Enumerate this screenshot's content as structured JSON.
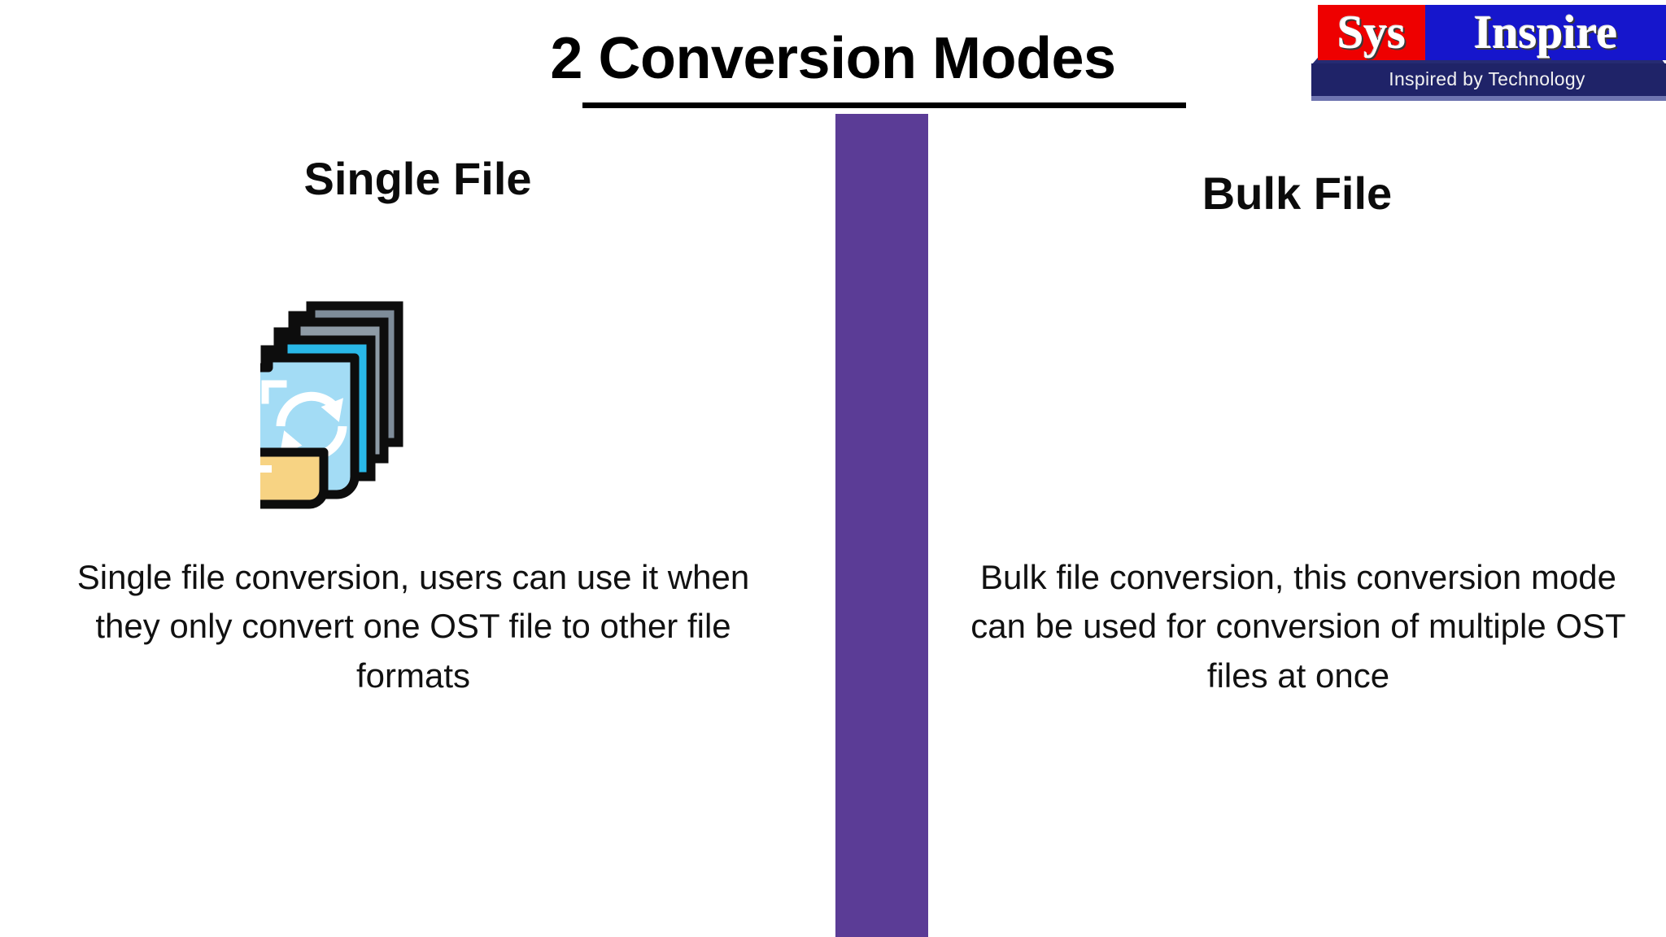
{
  "page": {
    "title": "2 Conversion Modes",
    "background_color": "#ffffff",
    "divider_color": "#5B3C96"
  },
  "logo": {
    "word_left": "Sys",
    "word_right": "Inspire",
    "tagline": "Inspired by Technology",
    "colors": {
      "left_chip": "#EE0000",
      "right_chip": "#1616CC",
      "banner": "#1F2368",
      "text": "#ffffff"
    }
  },
  "columns": {
    "single": {
      "heading": "Single File",
      "body": "Single file conversion, users can use it when they only convert one OST  file to other file formats",
      "icon_name": "stacked-files-sync-icon"
    },
    "bulk": {
      "heading": "Bulk File",
      "body": "Bulk file conversion, this conversion mode can be used for conversion of multiple OST files at once",
      "icon_name": "two-documents-convert-icon"
    }
  },
  "icon_colors": {
    "stack_back_gray": "#7E8C99",
    "stack_mid_gray": "#8E9BA6",
    "stack_cyan": "#29B8E8",
    "stack_front_blue": "#A3DCF5",
    "stack_folder_yellow": "#F7D383",
    "stack_outline": "#0d0d0d",
    "doc_light": "#E4E6E7",
    "doc_fold": "#C3C7CC",
    "arrow_green": "#7CC24A",
    "arrow_red": "#EE6459"
  }
}
